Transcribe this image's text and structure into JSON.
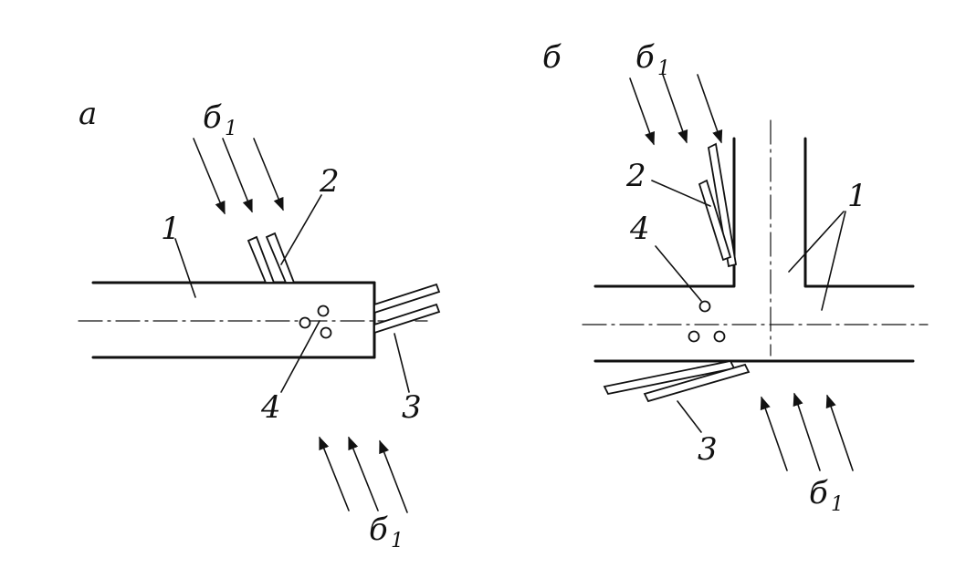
{
  "panel_a": {
    "letter": "a",
    "stress_label": "б",
    "stress_subscript": "1",
    "member_label": "1",
    "upper_fin_label": "2",
    "side_fin_label": "3",
    "hole_label": "4"
  },
  "panel_b": {
    "letter": "б",
    "stress_label": "б",
    "stress_subscript": "1",
    "member_label": "1",
    "upper_fin_label": "2",
    "lower_fin_label": "3",
    "hole_label": "4"
  },
  "colors": {
    "ink": "#111111",
    "paper": "#ffffff"
  }
}
